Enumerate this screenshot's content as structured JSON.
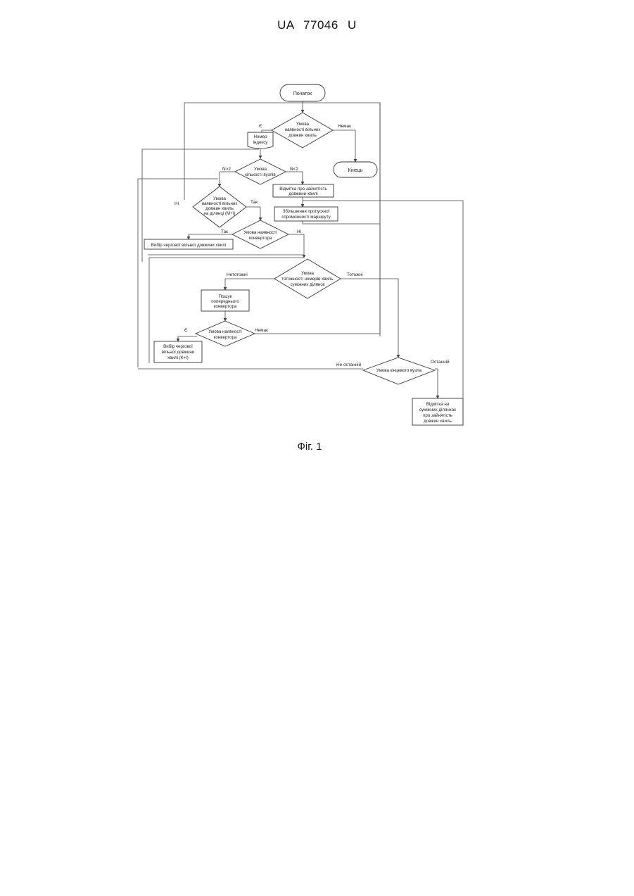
{
  "header": {
    "doc_number": "UA   77046   U"
  },
  "figure": {
    "caption": "Фіг. 1"
  },
  "flowchart": {
    "start": "Початок",
    "end": "Кінець",
    "cond_free_wavelengths": [
      "Умова",
      "наявності вільних",
      "довжин хвиль"
    ],
    "label_none": "Немає",
    "label_exists": "Є",
    "index_number": [
      "Номер",
      "індексу"
    ],
    "cond_node_count": [
      "Умова",
      "кількості вузлів"
    ],
    "label_n_ge_2": "N>2",
    "label_n_lt_2": "N<2",
    "mark_busy": [
      "Відмітка про зайнятість",
      "довжини хвилі"
    ],
    "increase_throughput": [
      "Збільшення пропускної",
      "спроможності маршруту"
    ],
    "cond_free_on_section": [
      "Умова",
      "наявності вільних",
      "довжин хвиль",
      "на ділянці (М+І)"
    ],
    "label_no": "Ні",
    "label_yes_1": "Так",
    "label_yes_2": "Так",
    "cond_converter": [
      "Умова наявності",
      "конвертора"
    ],
    "label_no_2": "Ні",
    "select_next_free": "Вибір чергової вільної довжини хвилі",
    "cond_identity": [
      "Умова",
      "тотожності номерів хвиль",
      "суміжних ділянок"
    ],
    "label_not_identical": "Нетотожні",
    "label_identical": "Тотожні",
    "search_converter": [
      "Пошук",
      "попереднього",
      "конвертора"
    ],
    "cond_converter_2": [
      "Умова наявності",
      "конвертора"
    ],
    "label_exists_2": "Є",
    "label_absent": "Немає",
    "select_next_free_k": [
      "Вибір чергової",
      "вільної довжини",
      "хвилі (К+І)"
    ],
    "cond_end_node": "Умова кінцевого вузла",
    "label_not_last": "Не останній",
    "label_last": "Останній",
    "mark_adjacent": [
      "Відмітка на",
      "суміжних ділянках",
      "про зайнятість",
      "довжин хвиль"
    ]
  }
}
